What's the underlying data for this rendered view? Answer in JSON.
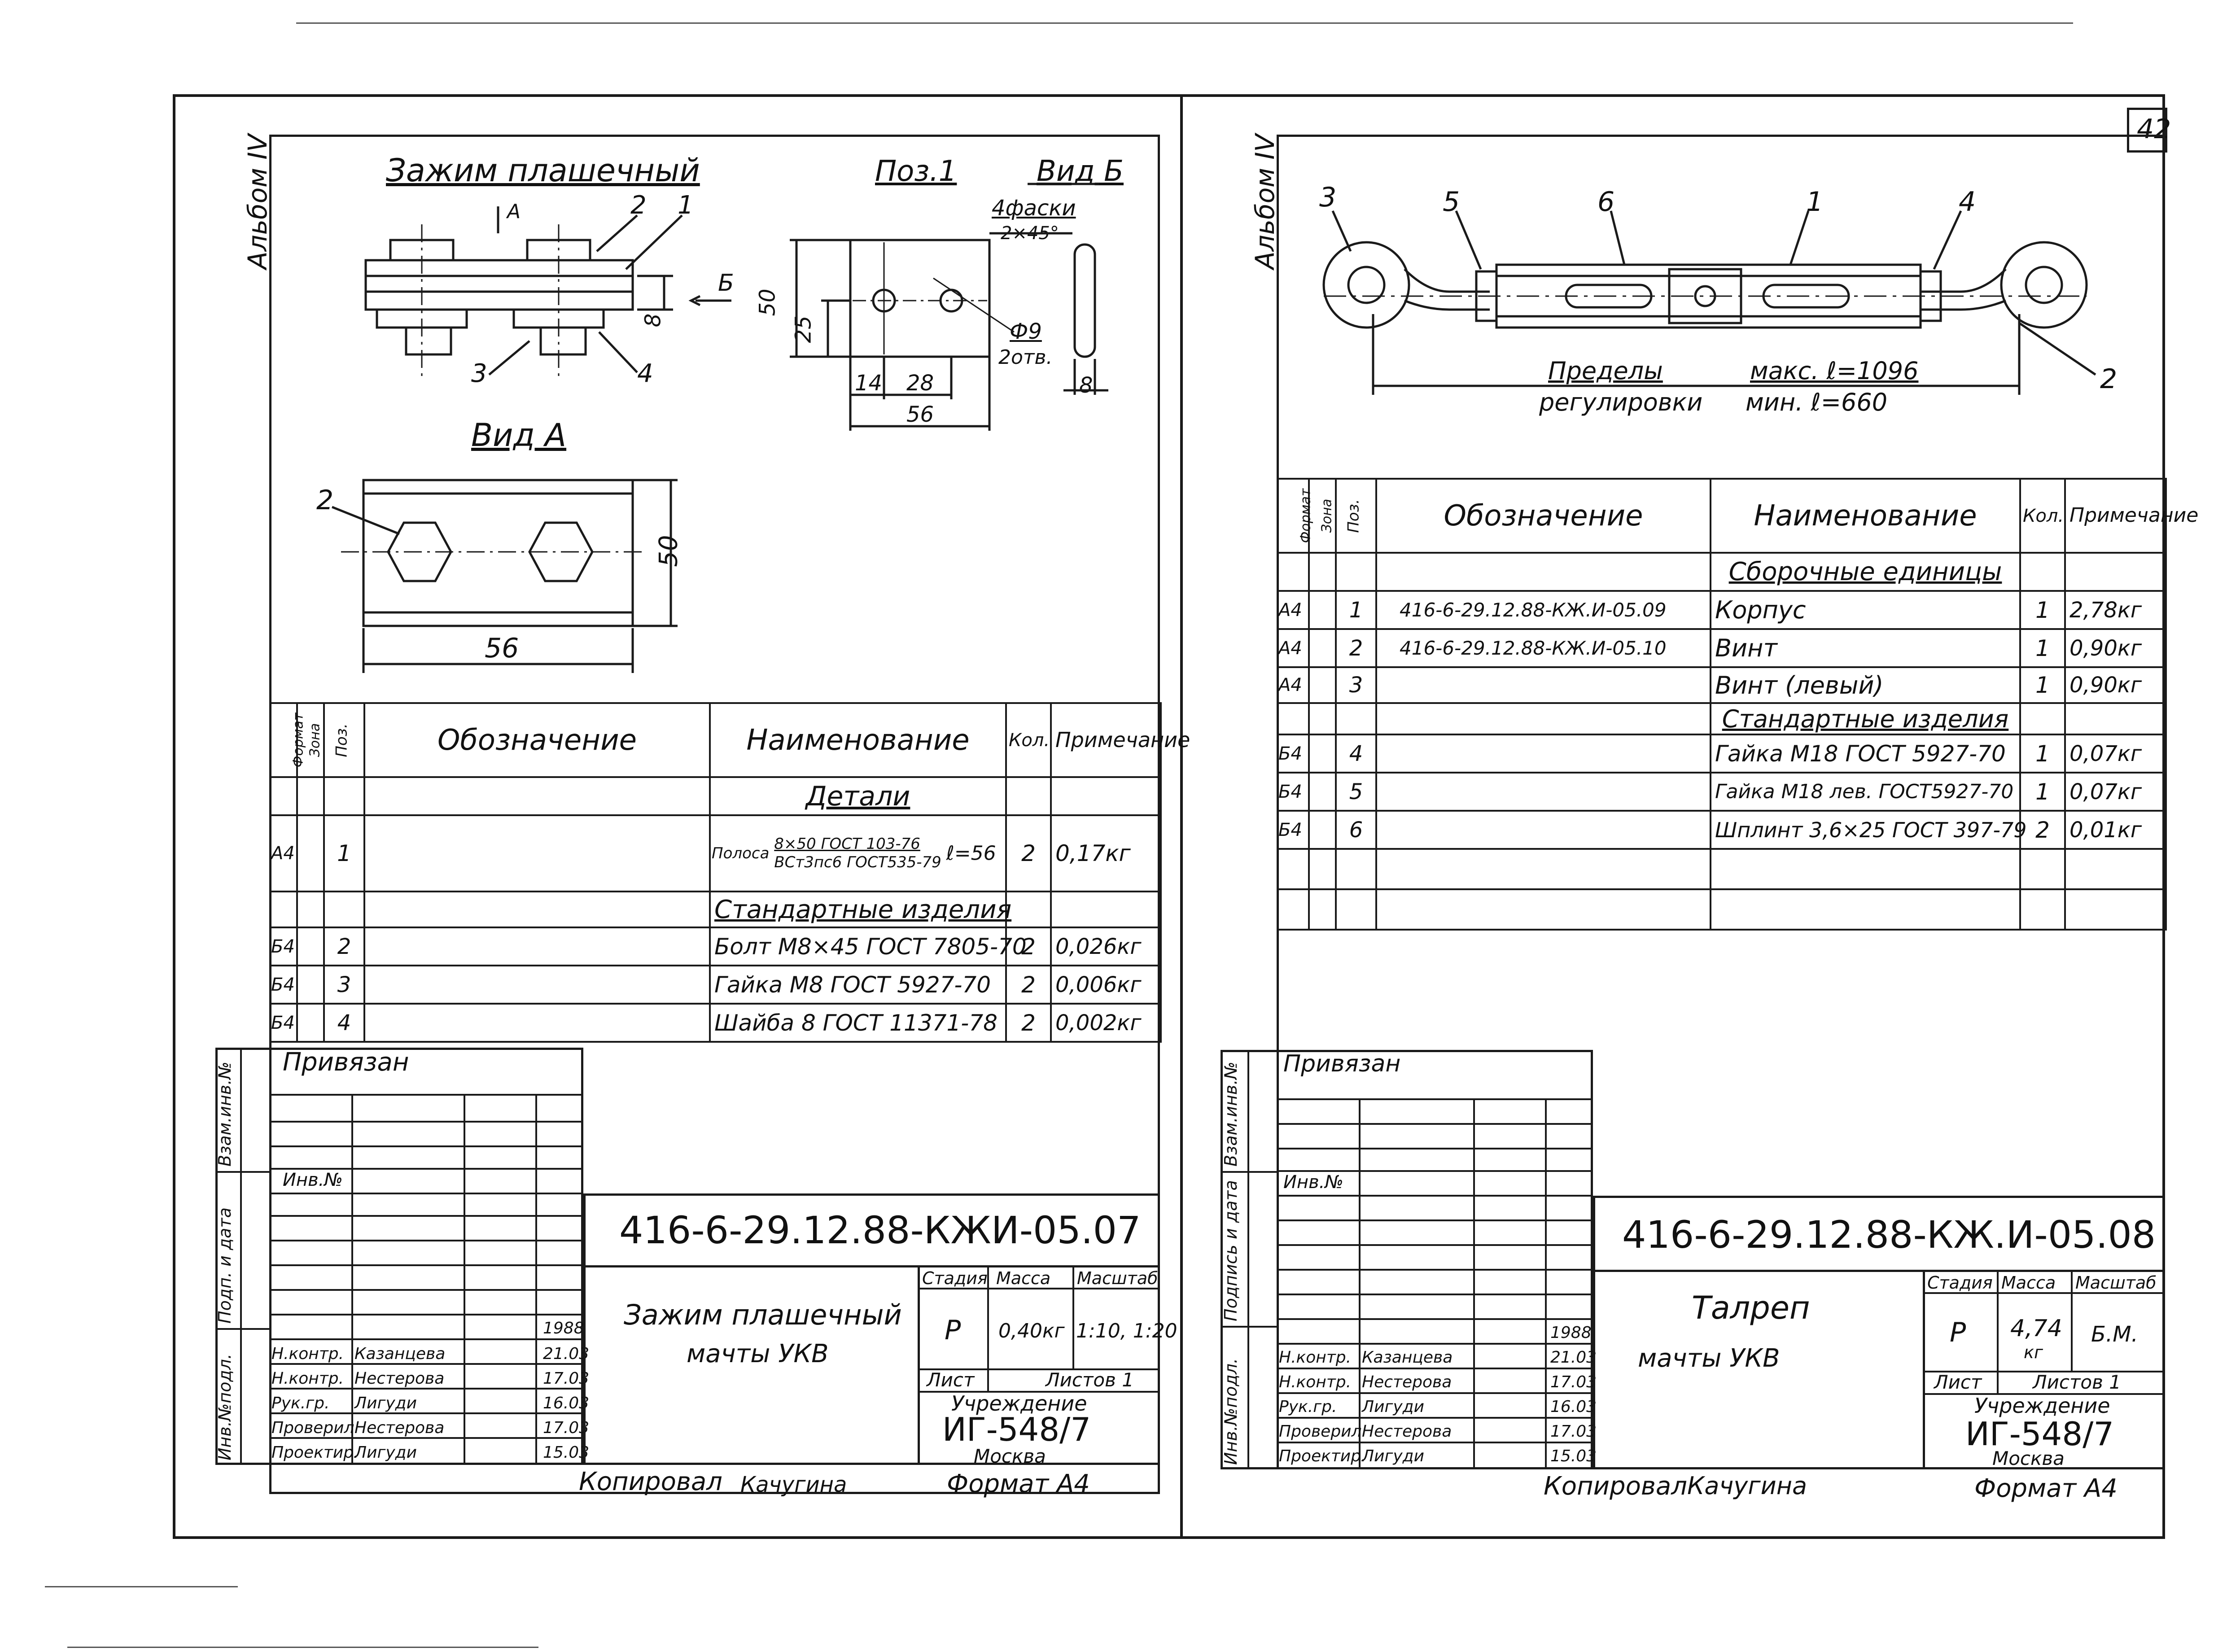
{
  "sheet_number": "42",
  "left": {
    "album": "Альбом IV",
    "title": "Зажим плашечный",
    "pos_label": "Поз.1",
    "view_b": "Вид Б",
    "view_a": "Вид А",
    "arrow_a": "А",
    "arrow_b": "Б",
    "chamfer": "4фаски",
    "chamfer_size": "2×45°",
    "hole": "Ф9",
    "hole_count": "2отв.",
    "callouts": [
      "1",
      "2",
      "3",
      "4"
    ],
    "dims": {
      "d8": "8",
      "d50": "50",
      "d25": "25",
      "d14": "14",
      "d28": "28",
      "d56": "56",
      "d8b": "8",
      "d50a": "50",
      "d56a": "56",
      "c2": "2"
    },
    "spec_headers": {
      "format": "Формат",
      "zone": "Зона",
      "pos": "Поз.",
      "designation": "Обозначение",
      "name": "Наименование",
      "qty": "Кол.",
      "note": "Примечание"
    },
    "section_details": "Детали",
    "section_std": "Стандартные изделия",
    "rows": [
      {
        "format": "А4",
        "pos": "1",
        "name_a": "Полоса",
        "name_b": "8×50 ГОСТ 103-76",
        "name_c": "ВСт3пс6 ГОСТ535-79",
        "name_d": "ℓ=56",
        "qty": "2",
        "note": "0,17кг"
      },
      {
        "format": "Б4",
        "pos": "2",
        "name": "Болт М8×45 ГОСТ 7805-70",
        "qty": "2",
        "note": "0,026кг"
      },
      {
        "format": "Б4",
        "pos": "3",
        "name": "Гайка М8 ГОСТ 5927-70",
        "qty": "2",
        "note": "0,006кг"
      },
      {
        "format": "Б4",
        "pos": "4",
        "name": "Шайба 8 ГОСТ 11371-78",
        "qty": "2",
        "note": "0,002кг"
      }
    ],
    "side_labels": [
      "Взам.инв.№",
      "Подп. и дата",
      "Инв.№подл."
    ],
    "privyazan": "Привязан",
    "inv_no": "Инв.№",
    "doc_code": "416-6-29.12.88-КЖИ-05.07",
    "item_title_1": "Зажим плашечный",
    "item_title_2": "мачты УКВ",
    "stage_h": "Стадия",
    "mass_h": "Масса",
    "scale_h": "Масштаб",
    "stage": "Р",
    "mass": "0,40кг",
    "scale": "1:10, 1:20",
    "sheet_h": "Лист",
    "sheets_h": "Листов 1",
    "org_1": "Учреждение",
    "org_2": "ИГ-548/7",
    "org_3": "Москва",
    "signers": [
      {
        "role": "Н.контр.",
        "name": "Казанцева",
        "date": "21.03"
      },
      {
        "role": "Н.контр.",
        "name": "Нестерова",
        "date": "17.03"
      },
      {
        "role": "Рук.гр.",
        "name": "Лигуди",
        "date": "16.03"
      },
      {
        "role": "Проверил",
        "name": "Нестерова",
        "date": "17.03"
      },
      {
        "role": "Проектир.",
        "name": "Лигуди",
        "date": "15.03"
      }
    ],
    "year": "1988",
    "copied": "Копировал",
    "copier": "Качугина",
    "format_label": "Формат А4"
  },
  "right": {
    "album": "Альбом IV",
    "callouts": [
      "3",
      "5",
      "6",
      "1",
      "4",
      "2"
    ],
    "limits_1": "Пределы",
    "limits_2": "регулировки",
    "max": "макс. ℓ=1096",
    "min": "мин. ℓ=660",
    "spec_headers": {
      "format": "Формат",
      "zone": "Зона",
      "pos": "Поз.",
      "designation": "Обозначение",
      "name": "Наименование",
      "qty": "Кол.",
      "note": "Примечание"
    },
    "section_asm": "Сборочные единицы",
    "section_std": "Стандартные изделия",
    "rows": [
      {
        "format": "А4",
        "pos": "1",
        "designation": "416-6-29.12.88-КЖ.И-05.09",
        "name": "Корпус",
        "qty": "1",
        "note": "2,78кг"
      },
      {
        "format": "А4",
        "pos": "2",
        "designation": "416-6-29.12.88-КЖ.И-05.10",
        "name": "Винт",
        "qty": "1",
        "note": "0,90кг"
      },
      {
        "format": "А4",
        "pos": "3",
        "designation": "",
        "name": "Винт (левый)",
        "qty": "1",
        "note": "0,90кг"
      },
      {
        "format": "Б4",
        "pos": "4",
        "designation": "",
        "name": "Гайка М18 ГОСТ 5927-70",
        "qty": "1",
        "note": "0,07кг"
      },
      {
        "format": "Б4",
        "pos": "5",
        "designation": "",
        "name": "Гайка М18 лев. ГОСТ5927-70",
        "qty": "1",
        "note": "0,07кг"
      },
      {
        "format": "Б4",
        "pos": "6",
        "designation": "",
        "name": "Шплинт 3,6×25 ГОСТ 397-79",
        "qty": "2",
        "note": "0,01кг"
      }
    ],
    "side_labels": [
      "Взам.инв.№",
      "Подпись и дата",
      "Инв.№подл."
    ],
    "privyazan": "Привязан",
    "inv_no": "Инв.№",
    "doc_code": "416-6-29.12.88-КЖ.И-05.08",
    "item_title_1": "Талреп",
    "item_title_2": "мачты УКВ",
    "stage_h": "Стадия",
    "mass_h": "Масса",
    "scale_h": "Масштаб",
    "stage": "Р",
    "mass": "4,74",
    "mass_unit": "кг",
    "scale": "Б.М.",
    "sheet_h": "Лист",
    "sheets_h": "Листов 1",
    "org_1": "Учреждение",
    "org_2": "ИГ-548/7",
    "org_3": "Москва",
    "signers": [
      {
        "role": "Н.контр.",
        "name": "Казанцева",
        "date": "21.03"
      },
      {
        "role": "Н.контр.",
        "name": "Нестерова",
        "date": "17.03"
      },
      {
        "role": "Рук.гр.",
        "name": "Лигуди",
        "date": "16.03"
      },
      {
        "role": "Проверил",
        "name": "Нестерова",
        "date": "17.03"
      },
      {
        "role": "Проектир.",
        "name": "Лигуди",
        "date": "15.03"
      }
    ],
    "year": "1988",
    "copied": "Копировал",
    "copier": "Качугина",
    "format_label": "Формат А4"
  }
}
